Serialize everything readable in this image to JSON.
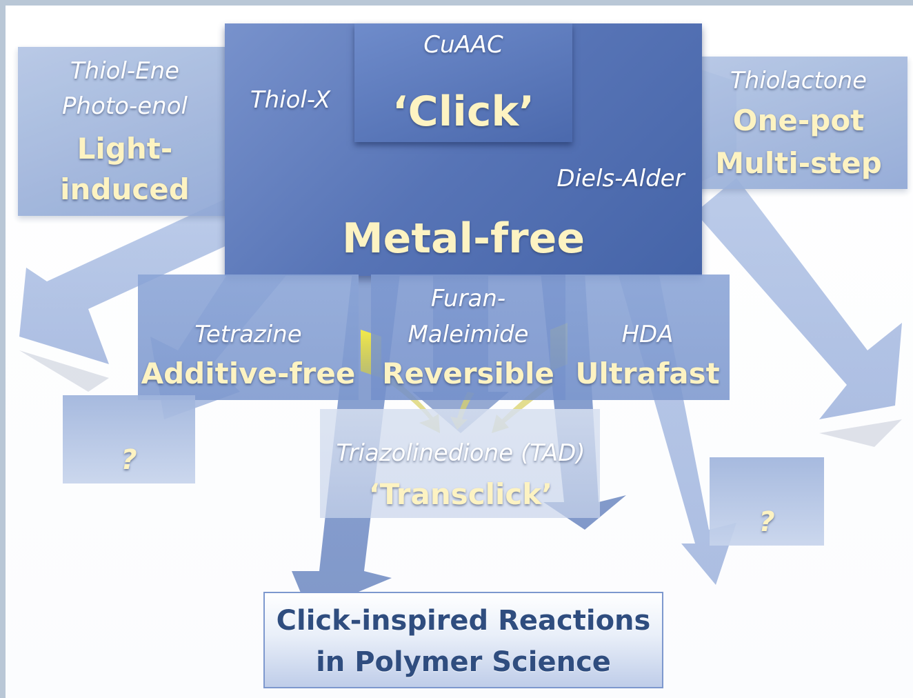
{
  "top": {
    "cuaac": "CuAAC",
    "click": "‘Click’",
    "thiol_x": "Thiol-X",
    "diels_alder": "Diels-Alder",
    "metal_free": "Metal-free"
  },
  "left": {
    "line1": "Thiol-Ene",
    "line2": "Photo-enol",
    "line3": "Light-",
    "line4": "induced"
  },
  "right": {
    "line1": "Thiolactone",
    "line2": "One-pot",
    "line3": "Multi-step"
  },
  "middle": {
    "tetrazine": "Tetrazine",
    "additive_free": "Additive-free",
    "furan1": "Furan-",
    "furan2": "Maleimide",
    "reversible": "Reversible",
    "hda": "HDA",
    "ultrafast": "Ultrafast"
  },
  "tad": {
    "name": "Triazolinedione (TAD)",
    "transclick": "‘Transclick’"
  },
  "unknown": {
    "left": "?",
    "right": "?"
  },
  "title": {
    "line1": "Click-inspired Reactions",
    "line2": "in Polymer Science"
  },
  "colors": {
    "deep_blue": "#4a67a8",
    "light_blue": "#8ea7d6",
    "label_cream": "#fdf3c2",
    "accent_yellow": "#f2e640"
  }
}
